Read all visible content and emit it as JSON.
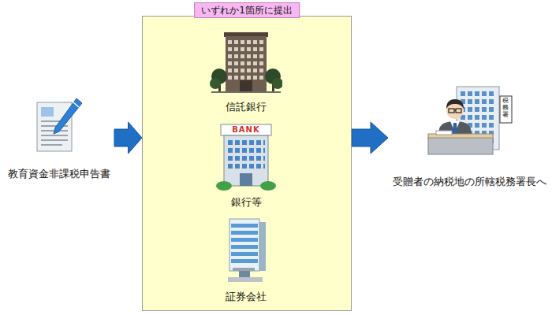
{
  "diagram": {
    "nodes": [
      {
        "text": [
          "教育資金非課税申告書"
        ]
      },
      {
        "text": [
          "いずれか1箇所に提出"
        ]
      },
      {
        "text": [
          "信託銀行"
        ],
        "in": 1
      },
      {
        "text": [
          "銀行等"
        ],
        "in": 1
      },
      {
        "text": [
          "証券会社"
        ],
        "in": 1
      },
      {
        "text": [
          "受贈者の納税地の所轄税務署長へ"
        ]
      }
    ],
    "edges": [
      {
        "from": 0,
        "to": 1,
        "arrow": "to"
      },
      {
        "from": 1,
        "to": 5,
        "arrow": "to"
      }
    ],
    "labels": [
      "BANK",
      "税務署"
    ]
  }
}
